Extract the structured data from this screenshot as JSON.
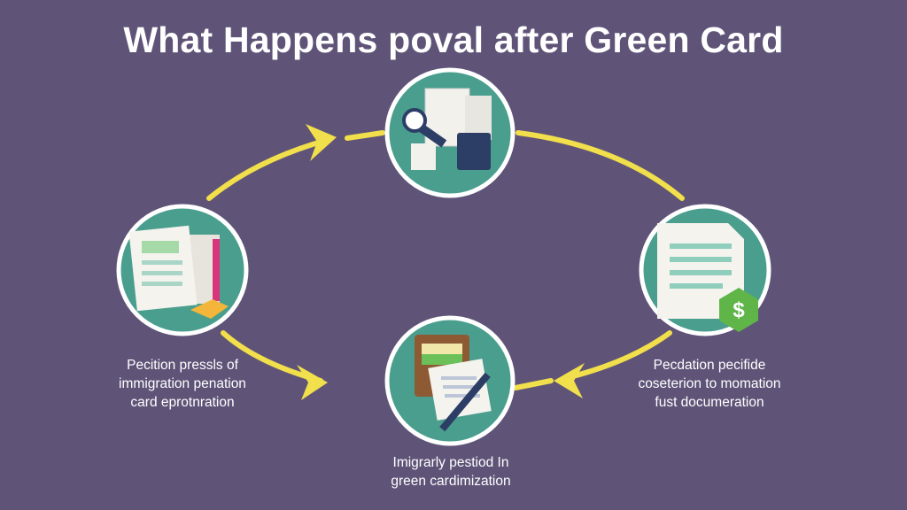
{
  "title": "What Happens poval after Green Card",
  "colors": {
    "background": "#5f5478",
    "arrow": "#f1df4b",
    "circle": "#4a9e8e",
    "circle_border": "#ffffff"
  },
  "steps": [
    {
      "icon": "documents-key-passport-icon",
      "caption": ""
    },
    {
      "icon": "forms-icon",
      "caption_lines": [
        "Pecition pressls of",
        "immigration penation",
        "card eprotnration"
      ]
    },
    {
      "icon": "document-dollar-icon",
      "caption_lines": [
        "Pecdation pecifide",
        "coseterion to momation",
        "fust documeration"
      ]
    },
    {
      "icon": "clipboard-pen-icon",
      "caption_lines": [
        "Imigrarly pestiod In",
        "green cardimization"
      ]
    }
  ]
}
